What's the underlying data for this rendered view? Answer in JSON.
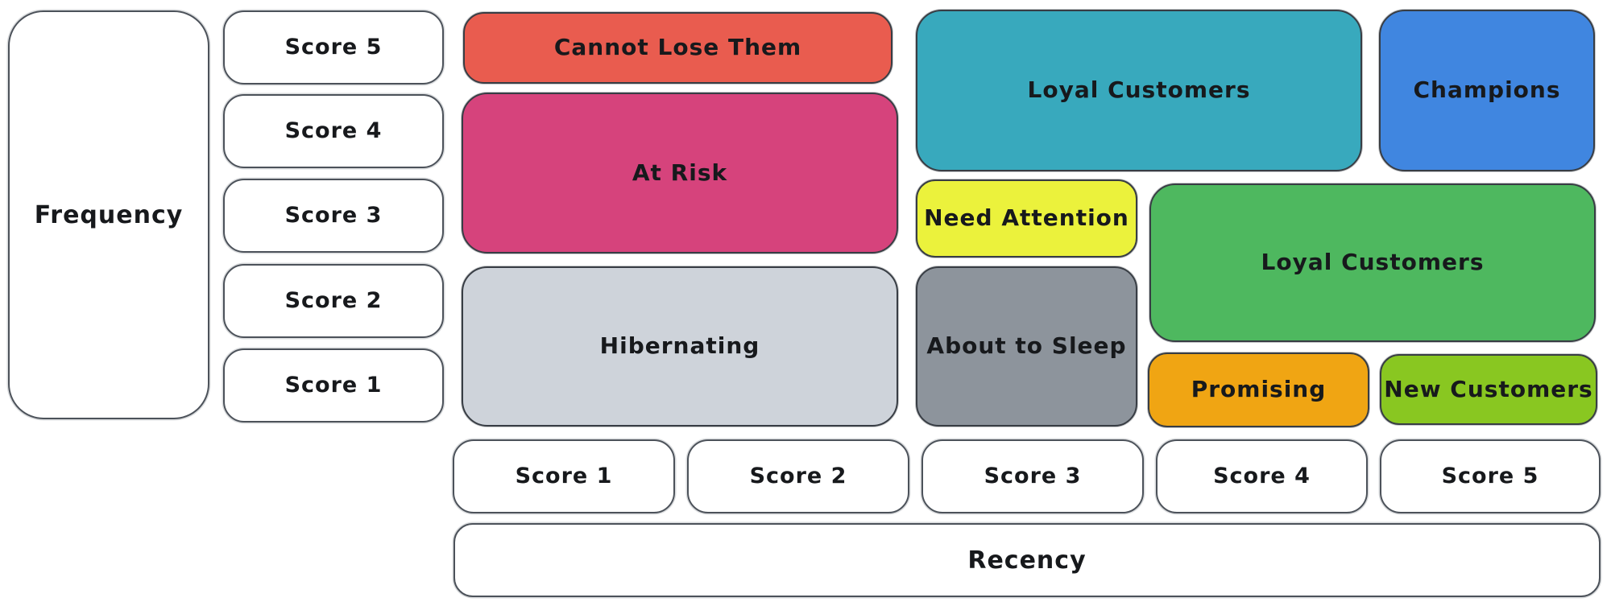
{
  "frequency_axis": {
    "label": "Frequency",
    "scores": [
      "Score 5",
      "Score 4",
      "Score 3",
      "Score 2",
      "Score 1"
    ]
  },
  "recency_axis": {
    "label": "Recency",
    "scores": [
      "Score 1",
      "Score 2",
      "Score 3",
      "Score 4",
      "Score 5"
    ]
  },
  "segments": [
    {
      "label": "Cannot Lose Them",
      "color": "#e95c4f",
      "recency_scores": "1-2",
      "frequency_scores": "5"
    },
    {
      "label": "At Risk",
      "color": "#d6437c",
      "recency_scores": "1-2",
      "frequency_scores": "3-4"
    },
    {
      "label": "Hibernating",
      "color": "#ced3da",
      "recency_scores": "1-2",
      "frequency_scores": "1-2"
    },
    {
      "label": "Loyal Customers",
      "color": "#38a9bd",
      "recency_scores": "3-4",
      "frequency_scores": "4-5"
    },
    {
      "label": "Champions",
      "color": "#4086e0",
      "recency_scores": "5",
      "frequency_scores": "4-5"
    },
    {
      "label": "Need Attention",
      "color": "#ebf23c",
      "recency_scores": "3",
      "frequency_scores": "3"
    },
    {
      "label": "About to Sleep",
      "color": "#8d949c",
      "recency_scores": "3",
      "frequency_scores": "1-2"
    },
    {
      "label": "Loyal Customers",
      "color": "#4eb85f",
      "recency_scores": "4-5",
      "frequency_scores": "2-3"
    },
    {
      "label": "Promising",
      "color": "#f0a513",
      "recency_scores": "4",
      "frequency_scores": "1"
    },
    {
      "label": "New Customers",
      "color": "#89c721",
      "recency_scores": "5",
      "frequency_scores": "1"
    }
  ]
}
